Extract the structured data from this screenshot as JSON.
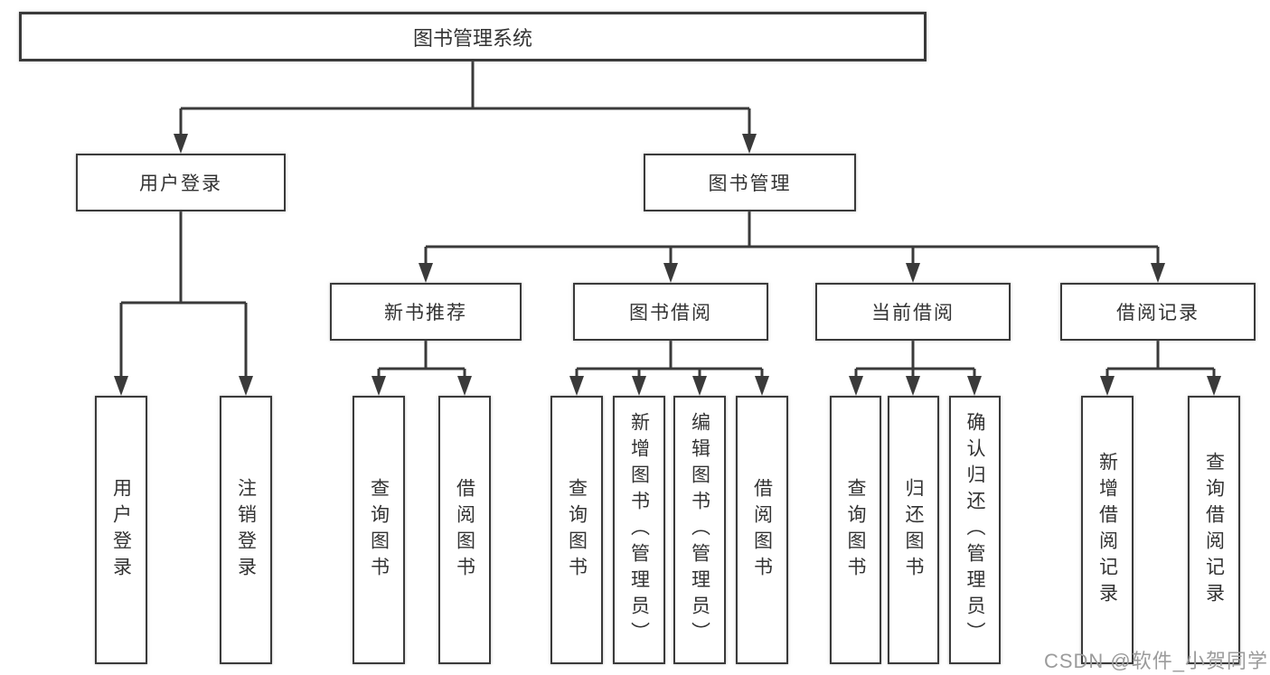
{
  "diagram": {
    "root": {
      "label": "图书管理系统"
    },
    "level2": [
      {
        "label": "用户登录"
      },
      {
        "label": "图书管理"
      }
    ],
    "level3": [
      {
        "label": "新书推荐"
      },
      {
        "label": "图书借阅"
      },
      {
        "label": "当前借阅"
      },
      {
        "label": "借阅记录"
      }
    ],
    "leaves": [
      {
        "label": "用户登录"
      },
      {
        "label": "注销登录"
      },
      {
        "label": "查询图书"
      },
      {
        "label": "借阅图书"
      },
      {
        "label": "查询图书"
      },
      {
        "label": "新增图书（管理员）"
      },
      {
        "label": "编辑图书（管理员）"
      },
      {
        "label": "借阅图书"
      },
      {
        "label": "查询图书"
      },
      {
        "label": "归还图书"
      },
      {
        "label": "确认归还（管理员）"
      },
      {
        "label": "新增借阅记录"
      },
      {
        "label": "查询借阅记录"
      }
    ],
    "watermark": "CSDN @软件_小贺同学",
    "colors": {
      "line": "#3a3a3a",
      "text": "#333333",
      "watermark": "#9b9b9b",
      "background": "#ffffff"
    }
  }
}
